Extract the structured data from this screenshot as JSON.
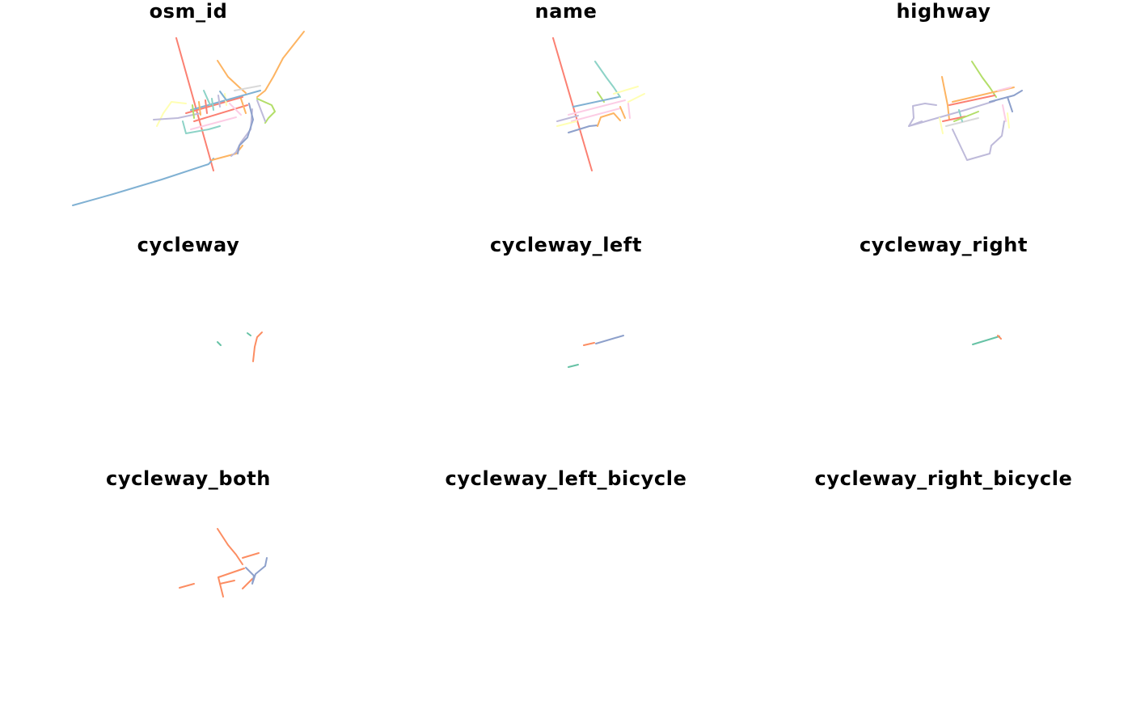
{
  "figure": {
    "panels": [
      {
        "title": "osm_id"
      },
      {
        "title": "name"
      },
      {
        "title": "highway"
      },
      {
        "title": "cycleway"
      },
      {
        "title": "cycleway_left"
      },
      {
        "title": "cycleway_right"
      },
      {
        "title": "cycleway_both"
      },
      {
        "title": "cycleway_left_bicycle"
      },
      {
        "title": "cycleway_right_bicycle"
      }
    ]
  },
  "palette": {
    "teal": "#8dd3c7",
    "yellow": "#ffffb3",
    "lavender": "#bebada",
    "red": "#fb8072",
    "blue": "#80b1d3",
    "orange": "#fdb462",
    "green": "#b3de69",
    "pink": "#fccde5",
    "grey": "#d9d9d9",
    "set2_green": "#66c2a5",
    "set2_orange": "#fc8d62",
    "set2_blue": "#8da0cb"
  }
}
